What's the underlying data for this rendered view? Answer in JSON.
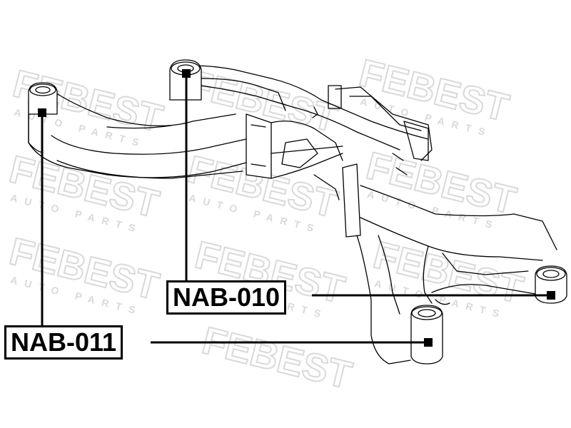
{
  "watermark": {
    "brand": "FEBEST",
    "tagline": "AUTO PARTS",
    "color": "#d9d9d9"
  },
  "parts": [
    {
      "id": "nab-010",
      "label": "NAB-010"
    },
    {
      "id": "nab-011",
      "label": "NAB-011"
    }
  ],
  "colors": {
    "line": "#000000",
    "background": "#ffffff"
  }
}
